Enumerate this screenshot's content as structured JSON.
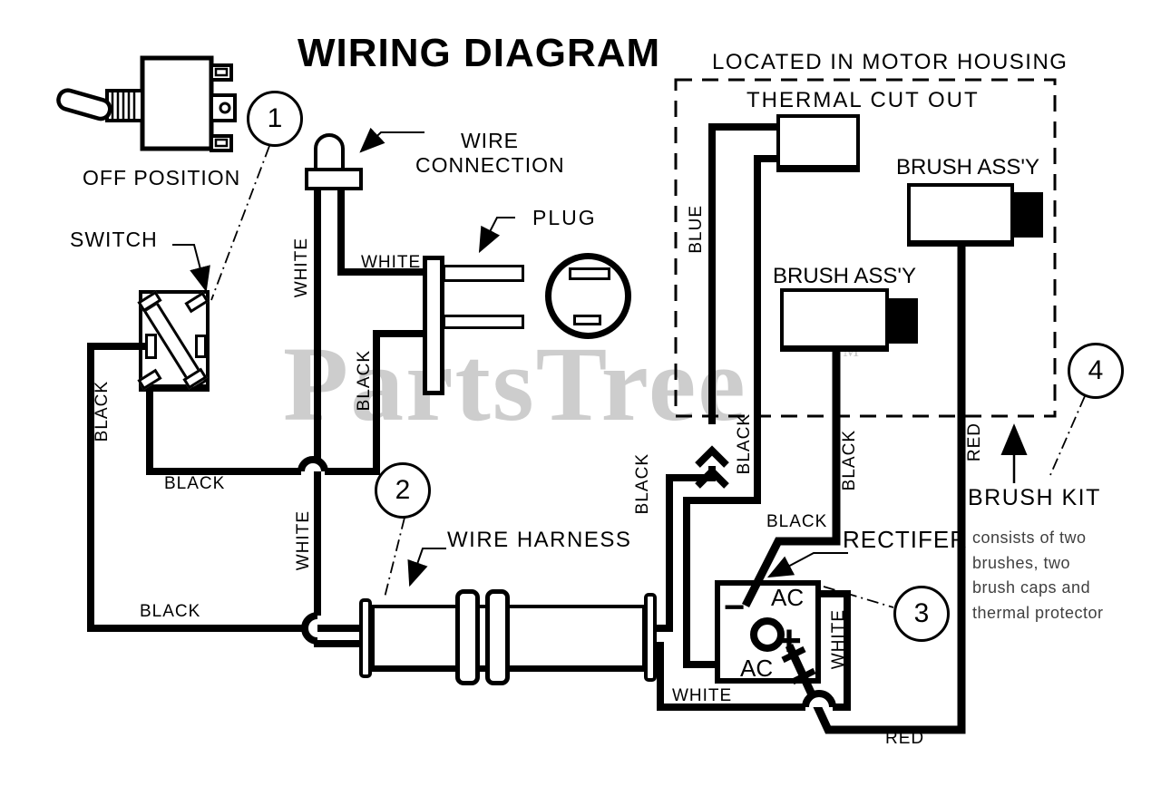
{
  "title": "WIRING DIAGRAM",
  "watermark": {
    "text": "PartsTree",
    "tm": "TM"
  },
  "callouts": {
    "c1": "1",
    "c2": "2",
    "c3": "3",
    "c4": "4"
  },
  "components": {
    "off_position": "OFF POSITION",
    "switch": "SWITCH",
    "wire_connection_line1": "WIRE",
    "wire_connection_line2": "CONNECTION",
    "plug": "PLUG",
    "motor_housing": "LOCATED IN MOTOR HOUSING",
    "thermal_cut_out": "THERMAL CUT OUT",
    "brush_assy_top": "BRUSH ASS'Y",
    "brush_assy_left": "BRUSH ASS'Y",
    "wire_harness": "WIRE HARNESS",
    "rectifier": "RECTIFER",
    "brush_kit": "BRUSH KIT"
  },
  "brush_kit_note": {
    "line1": "consists of two",
    "line2": "brushes, two",
    "line3": "brush caps and",
    "line4": "thermal protector"
  },
  "rectifier_terminals": {
    "minus": "−",
    "ac_top": "AC",
    "plus": "+",
    "ac_bottom": "AC"
  },
  "wire_labels": {
    "white_nut": "WHITE",
    "white_plug": "WHITE",
    "white_mid": "WHITE",
    "white_rect_side": "WHITE",
    "white_bottom": "WHITE",
    "black_plug": "BLACK",
    "black_switch_bottom": "BLACK",
    "black_left": "BLACK",
    "black_bottom": "BLACK",
    "black_chevron": "BLACK",
    "black_thermal": "BLACK",
    "black_brush": "BLACK",
    "black_rectifier": "BLACK",
    "blue": "BLUE",
    "red_vert": "RED",
    "red_bottom": "RED"
  },
  "colors": {
    "line": "#000000",
    "background": "#ffffff",
    "watermark": "#cdcdcd"
  }
}
